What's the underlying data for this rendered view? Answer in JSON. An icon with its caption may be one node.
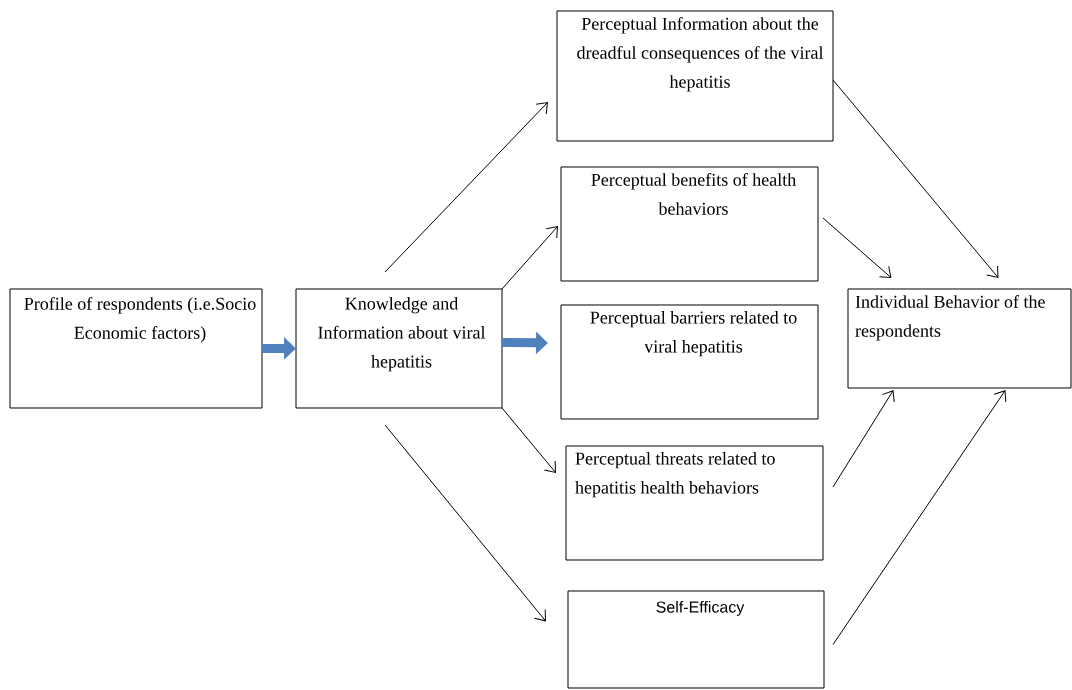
{
  "diagram": {
    "nodes": [
      {
        "text": [
          "Profile of respondents (i.e.Socio Economic factors)"
        ]
      },
      {
        "text": [
          "Knowledge and Information about viral hepatitis"
        ]
      },
      {
        "text": [
          "Perceptual Information about the dreadful consequences of the viral hepatitis"
        ]
      },
      {
        "text": [
          "Perceptual benefits of health behaviors"
        ]
      },
      {
        "text": [
          "Perceptual barriers related to viral hepatitis"
        ]
      },
      {
        "text": [
          "Perceptual threats related to hepatitis health behaviors"
        ]
      },
      {
        "text": [
          "Self-Efficacy"
        ]
      },
      {
        "text": [
          "Individual Behavior of the respondents"
        ]
      }
    ],
    "edges": [
      {
        "from": 0,
        "to": 1,
        "arrow": "to",
        "style": "thick",
        "color": "#4f81bd"
      },
      {
        "from": 1,
        "to": 2,
        "arrow": "to"
      },
      {
        "from": 1,
        "to": 3,
        "arrow": "to"
      },
      {
        "from": 1,
        "to": 4,
        "arrow": "to",
        "style": "thick",
        "color": "#4f81bd"
      },
      {
        "from": 1,
        "to": 5,
        "arrow": "to"
      },
      {
        "from": 1,
        "to": 6,
        "arrow": "to"
      },
      {
        "from": 2,
        "to": 7,
        "arrow": "to"
      },
      {
        "from": 3,
        "to": 7,
        "arrow": "to"
      },
      {
        "from": 5,
        "to": 7,
        "arrow": "to"
      },
      {
        "from": 6,
        "to": 7,
        "arrow": "to"
      }
    ]
  }
}
